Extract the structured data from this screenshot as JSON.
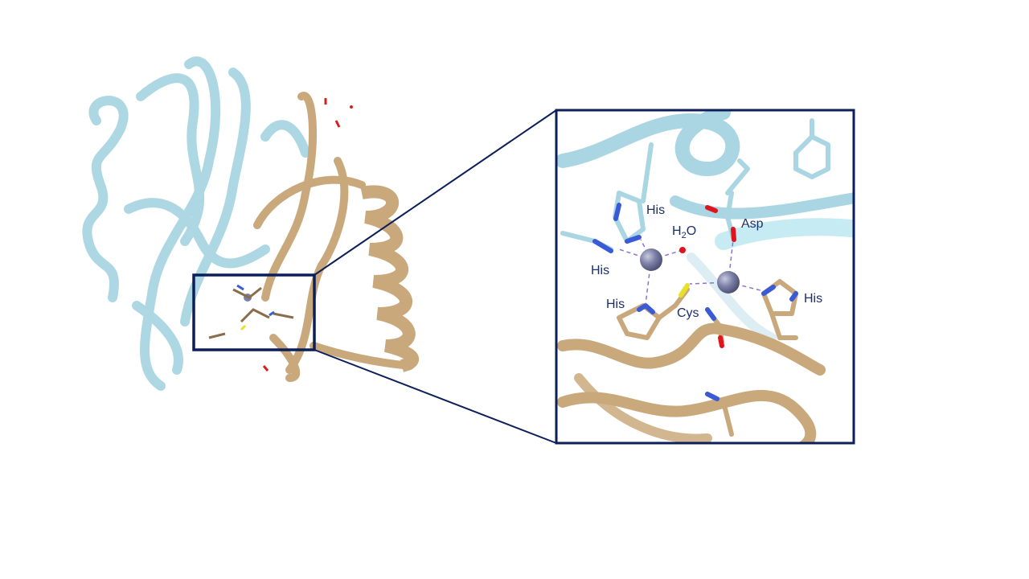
{
  "labels": {
    "his_top": "His",
    "water_h": "H",
    "water_sub": "2",
    "water_o": "O",
    "asp": "Asp",
    "his_left": "His",
    "his_bottom": "His",
    "cys": "Cys",
    "his_right": "His"
  },
  "colors": {
    "chain_a": "#a9d6e2",
    "chain_b": "#c9a97c",
    "frame": "#0d1f5a",
    "zinc": "#7c7fa6",
    "water": "#e0141a",
    "bond": "#8b73d6"
  }
}
